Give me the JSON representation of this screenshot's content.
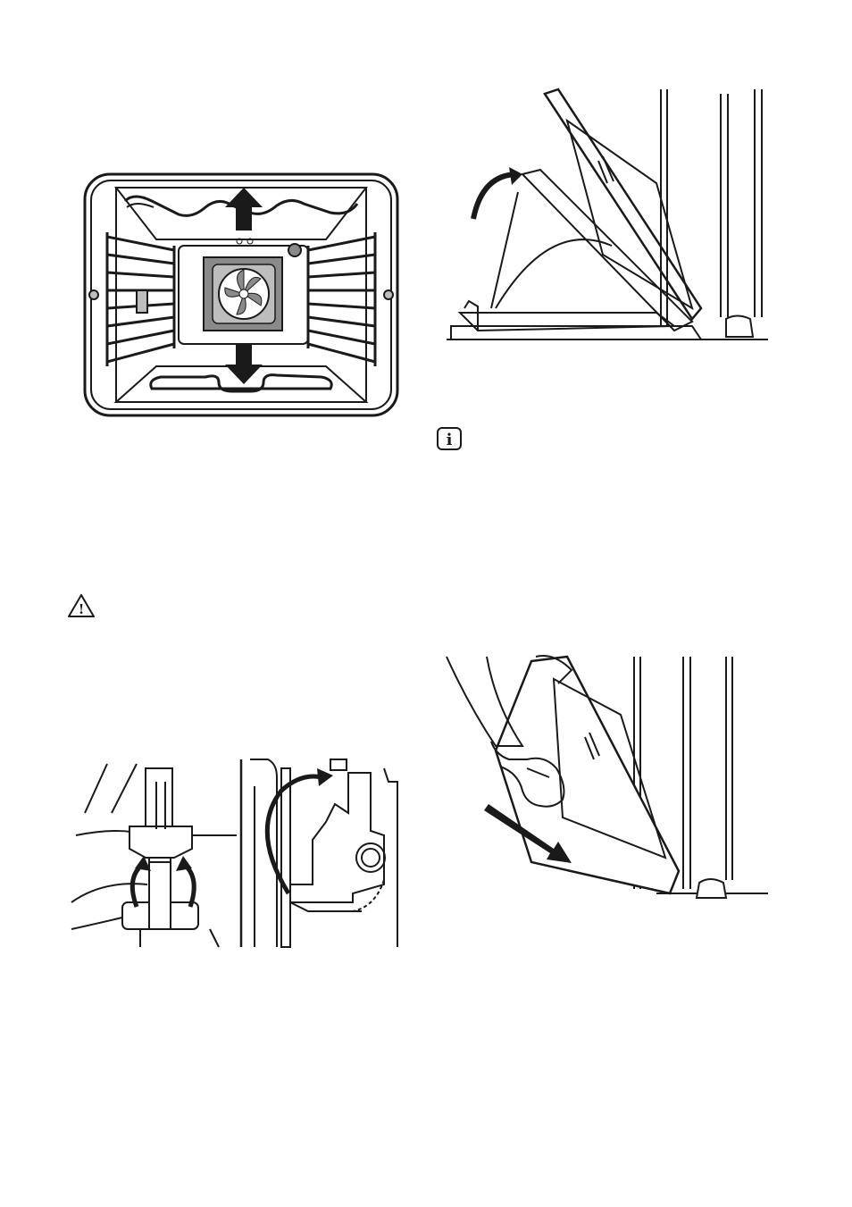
{
  "icons": {
    "info": {
      "name": "info-icon",
      "glyph": "i"
    },
    "warning": {
      "name": "warning-icon",
      "glyph": "!"
    }
  },
  "figures": [
    {
      "name": "oven-interior-illustration",
      "icon": "oven-cavity-with-fan"
    },
    {
      "name": "door-tilt-illustration",
      "icon": "oven-door-opening"
    },
    {
      "name": "hinge-lever-illustration",
      "icon": "door-hinge-levers"
    },
    {
      "name": "door-removal-illustration",
      "icon": "hand-lifting-door"
    }
  ],
  "colors": {
    "line": "#1a1a1a",
    "fill_grey": "#bdbdbd",
    "fan_grey": "#8a8a8a",
    "background": "#ffffff"
  }
}
